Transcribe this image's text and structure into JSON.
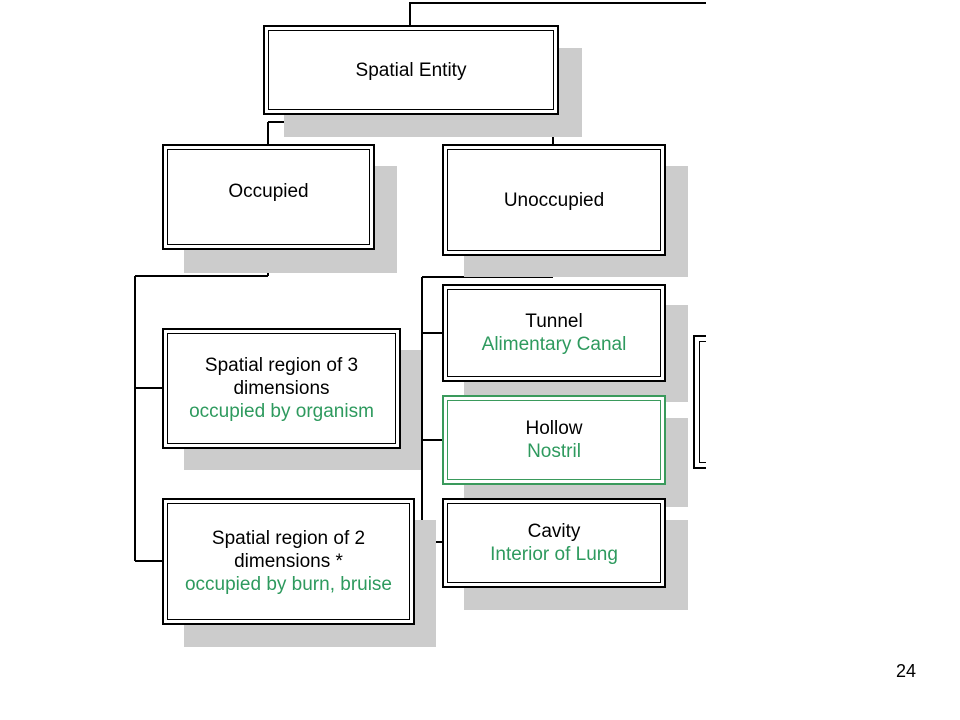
{
  "diagram": {
    "root": {
      "label": "Spatial Entity"
    },
    "occupied": {
      "label": "Occupied"
    },
    "unoccupied": {
      "label": "Unoccupied"
    },
    "region3d": {
      "line1": "Spatial region of 3",
      "line2": "dimensions",
      "example": "occupied by organism"
    },
    "region2d": {
      "line1": "Spatial region of 2",
      "line2": "dimensions *",
      "example": "occupied by burn, bruise"
    },
    "tunnel": {
      "label": "Tunnel",
      "example": "Alimentary Canal"
    },
    "hollow": {
      "label": "Hollow",
      "example": "Nostril"
    },
    "cavity": {
      "label": "Cavity",
      "example": "Interior of Lung"
    }
  },
  "colors": {
    "example_text": "#2e9a5e",
    "shadow": "#cccccc",
    "highlight_border": "#3a9a5c"
  },
  "page_number": "24"
}
